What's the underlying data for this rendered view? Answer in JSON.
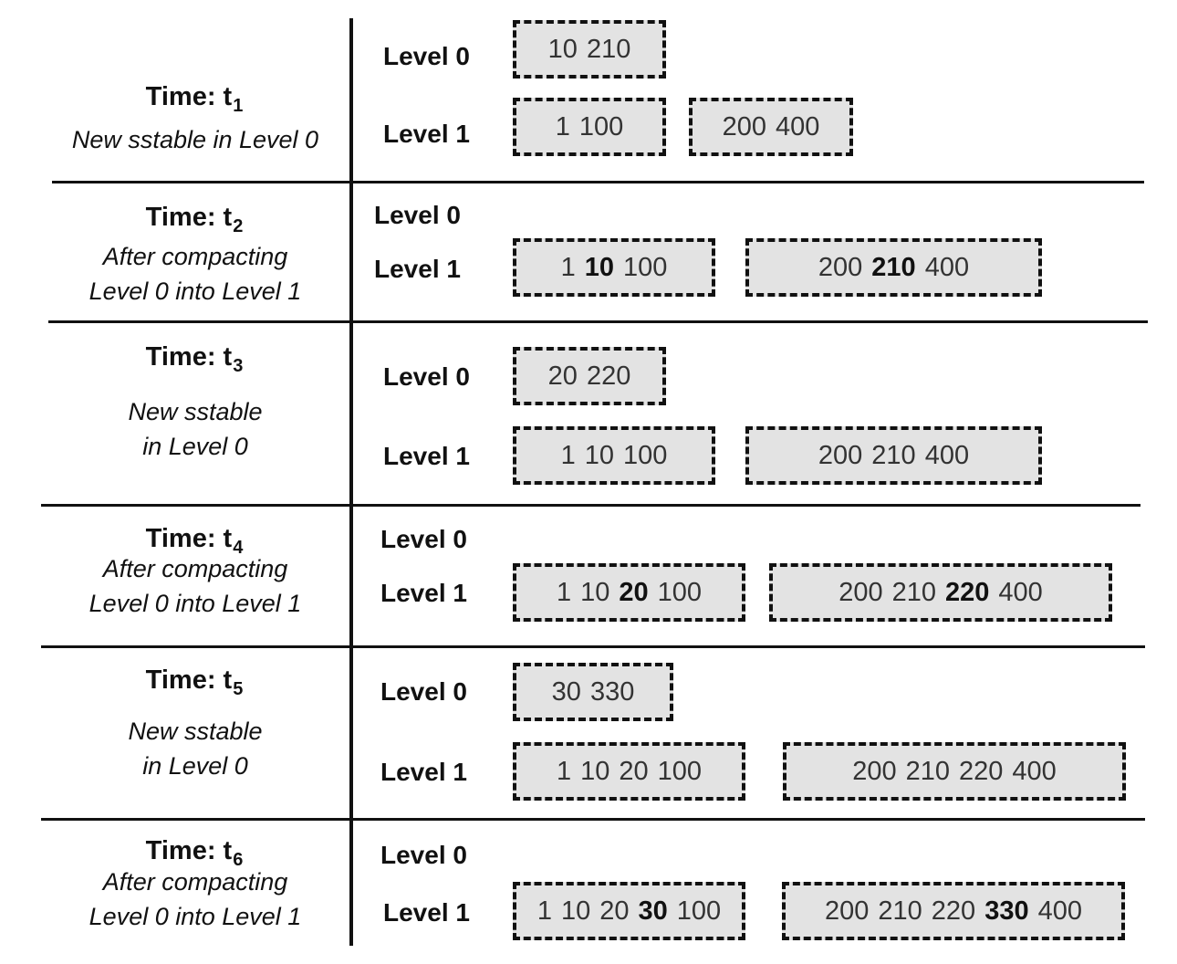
{
  "rows": [
    {
      "time": "Time: t",
      "sub": "1",
      "desc": [
        "New sstable in Level 0"
      ],
      "level0": {
        "label": "Level 0",
        "sstables": [
          [
            {
              "v": "10",
              "b": false
            },
            {
              "v": "210",
              "b": false
            }
          ]
        ]
      },
      "level1": {
        "label": "Level 1",
        "sstables": [
          [
            {
              "v": "1",
              "b": false
            },
            {
              "v": "100",
              "b": false
            }
          ],
          [
            {
              "v": "200",
              "b": false
            },
            {
              "v": "400",
              "b": false
            }
          ]
        ]
      }
    },
    {
      "time": "Time: t",
      "sub": "2",
      "desc": [
        "After compacting",
        "Level 0 into Level 1"
      ],
      "level0": {
        "label": "Level 0",
        "sstables": []
      },
      "level1": {
        "label": "Level 1",
        "sstables": [
          [
            {
              "v": "1",
              "b": false
            },
            {
              "v": "10",
              "b": true
            },
            {
              "v": "100",
              "b": false
            }
          ],
          [
            {
              "v": "200",
              "b": false
            },
            {
              "v": "210",
              "b": true
            },
            {
              "v": "400",
              "b": false
            }
          ]
        ]
      }
    },
    {
      "time": "Time: t",
      "sub": "3",
      "desc": [
        "New sstable",
        "in Level 0"
      ],
      "level0": {
        "label": "Level 0",
        "sstables": [
          [
            {
              "v": "20",
              "b": false
            },
            {
              "v": "220",
              "b": false
            }
          ]
        ]
      },
      "level1": {
        "label": "Level 1",
        "sstables": [
          [
            {
              "v": "1",
              "b": false
            },
            {
              "v": "10",
              "b": false
            },
            {
              "v": "100",
              "b": false
            }
          ],
          [
            {
              "v": "200",
              "b": false
            },
            {
              "v": "210",
              "b": false
            },
            {
              "v": "400",
              "b": false
            }
          ]
        ]
      }
    },
    {
      "time": "Time: t",
      "sub": "4",
      "desc": [
        "After compacting",
        "Level 0 into Level 1"
      ],
      "level0": {
        "label": "Level 0",
        "sstables": []
      },
      "level1": {
        "label": "Level 1",
        "sstables": [
          [
            {
              "v": "1",
              "b": false
            },
            {
              "v": "10",
              "b": false
            },
            {
              "v": "20",
              "b": true
            },
            {
              "v": "100",
              "b": false
            }
          ],
          [
            {
              "v": "200",
              "b": false
            },
            {
              "v": "210",
              "b": false
            },
            {
              "v": "220",
              "b": true
            },
            {
              "v": "400",
              "b": false
            }
          ]
        ]
      }
    },
    {
      "time": "Time: t",
      "sub": "5",
      "desc": [
        "New sstable",
        "in Level 0"
      ],
      "level0": {
        "label": "Level 0",
        "sstables": [
          [
            {
              "v": "30",
              "b": false
            },
            {
              "v": "330",
              "b": false
            }
          ]
        ]
      },
      "level1": {
        "label": "Level 1",
        "sstables": [
          [
            {
              "v": "1",
              "b": false
            },
            {
              "v": "10",
              "b": false
            },
            {
              "v": "20",
              "b": false
            },
            {
              "v": "100",
              "b": false
            }
          ],
          [
            {
              "v": "200",
              "b": false
            },
            {
              "v": "210",
              "b": false
            },
            {
              "v": "220",
              "b": false
            },
            {
              "v": "400",
              "b": false
            }
          ]
        ]
      }
    },
    {
      "time": "Time: t",
      "sub": "6",
      "desc": [
        "After compacting",
        "Level 0 into Level 1"
      ],
      "level0": {
        "label": "Level 0",
        "sstables": []
      },
      "level1": {
        "label": "Level 1",
        "sstables": [
          [
            {
              "v": "1",
              "b": false
            },
            {
              "v": "10",
              "b": false
            },
            {
              "v": "20",
              "b": false
            },
            {
              "v": "30",
              "b": true
            },
            {
              "v": "100",
              "b": false
            }
          ],
          [
            {
              "v": "200",
              "b": false
            },
            {
              "v": "210",
              "b": false
            },
            {
              "v": "220",
              "b": false
            },
            {
              "v": "330",
              "b": true
            },
            {
              "v": "400",
              "b": false
            }
          ]
        ]
      }
    }
  ]
}
